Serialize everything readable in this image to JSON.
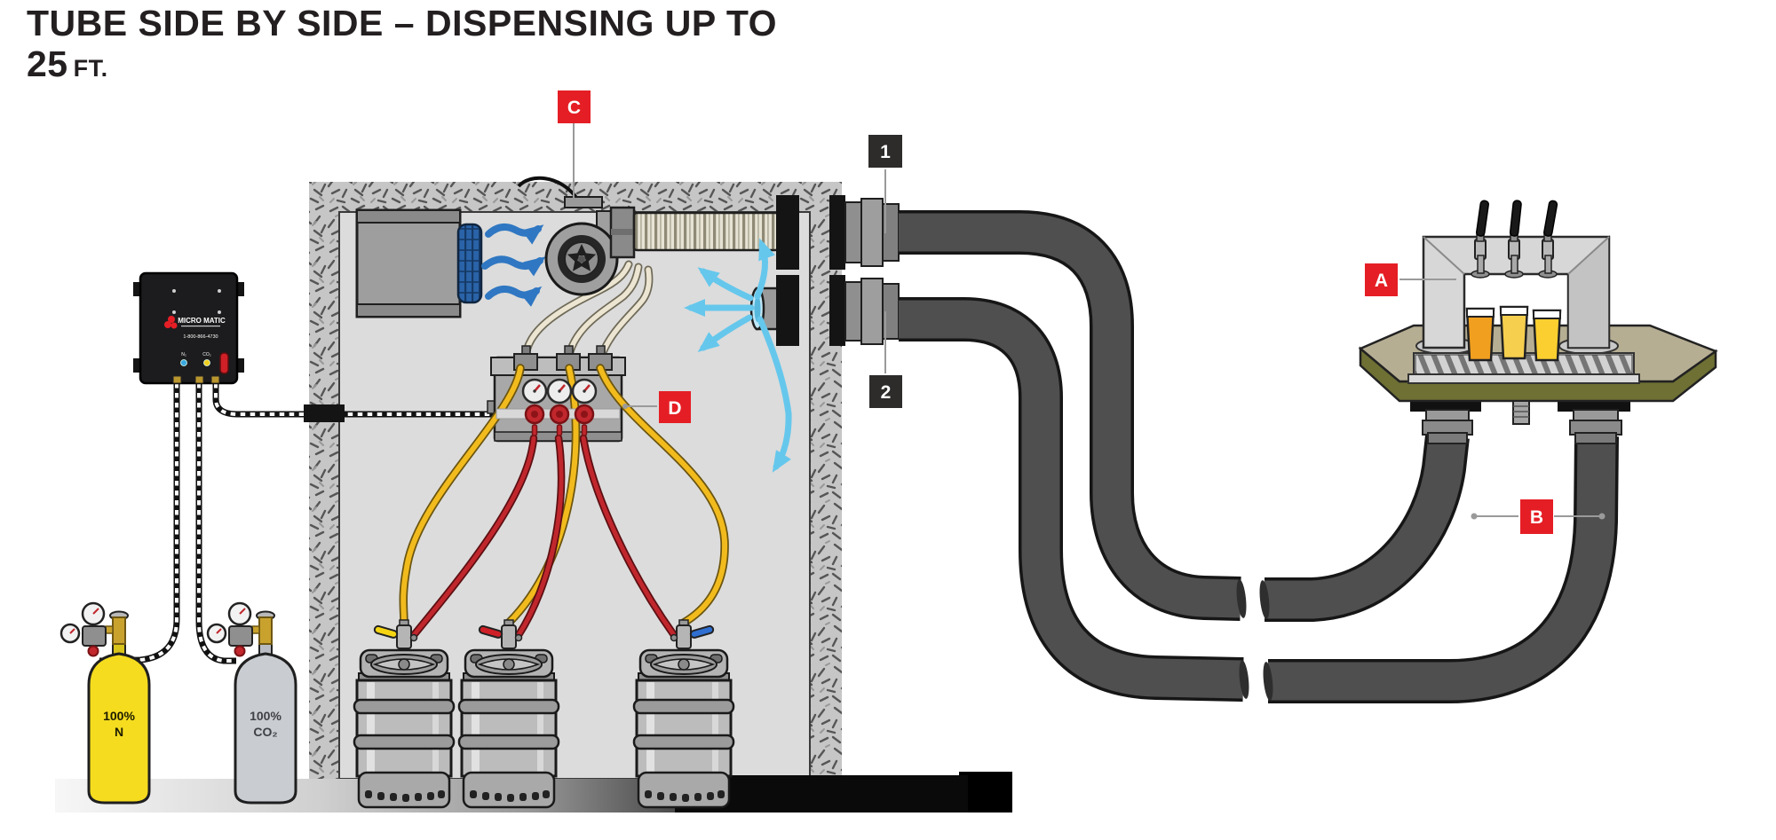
{
  "title": {
    "line1": "TUBE SIDE BY SIDE – DISPENSING UP TO",
    "line2_value": "25",
    "line2_unit": "FT."
  },
  "legend_badges": {
    "tower": "A",
    "tower_tubes": "B",
    "blower": "C",
    "regulator_manifold": "D",
    "trunk_line_supply": "1",
    "trunk_line_return": "2"
  },
  "cylinders": {
    "nitrogen_line1": "100%",
    "nitrogen_line2": "N",
    "co2_line1": "100%",
    "co2_line2": "CO₂"
  },
  "gas_blender": {
    "brand": "MICRO MATIC",
    "phone": "1-800-866-4730",
    "left_port_label": "N₂",
    "right_port_label": "CO₂"
  },
  "colors": {
    "badge_red": "#e51e25",
    "badge_dark": "#2d2c2b",
    "trunk_tube_gray": "#4f4f4f",
    "insulation_gray": "#c6c6c6",
    "room_interior_gray": "#dcdcdc",
    "supply_air_blue": "#2f77c2",
    "return_air_blue": "#66c7ec",
    "gas_line_yellow": "#f2bb1d",
    "beer_line_red": "#c0272d",
    "beer_line_beige": "#ece5d2",
    "nitrogen_cylinder_yellow": "#f5dc1f",
    "co2_cylinder_gray": "#c9ccd1",
    "counter_top_tan": "#b6ae93",
    "counter_side_olive": "#6e7034",
    "beer_glass_colors": [
      "#f19f1f",
      "#f6cf4e",
      "#fbcf2f"
    ]
  }
}
